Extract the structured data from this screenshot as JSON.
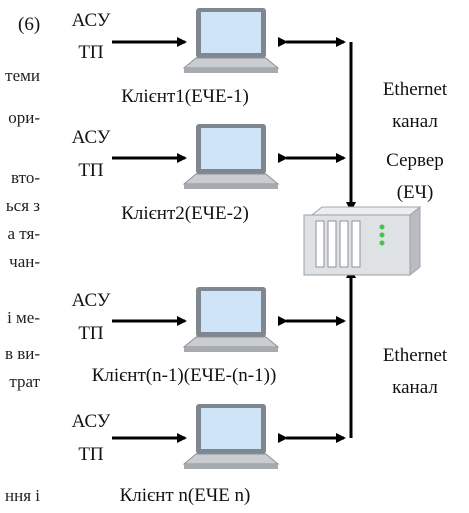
{
  "equation_number": "(6)",
  "left_text_fragments": [
    "теми",
    "ори-",
    "вто-",
    "ься з",
    "а тя-",
    "чан-",
    "і ме-",
    "в ви-",
    "трат",
    "ння і"
  ],
  "clients": [
    {
      "input_label_1": "АСУ",
      "input_label_2": "ТП",
      "name": "Клієнт1(ЕЧЕ-1)"
    },
    {
      "input_label_1": "АСУ",
      "input_label_2": "ТП",
      "name": "Клієнт2(ЕЧЕ-2)"
    },
    {
      "input_label_1": "АСУ",
      "input_label_2": "ТП",
      "name": "Клієнт(n-1)(ЕЧЕ-(n-1))"
    },
    {
      "input_label_1": "АСУ",
      "input_label_2": "ТП",
      "name": "Клієнт n(ЕЧЕ n)"
    }
  ],
  "channel_top": {
    "line1": "Ethernet",
    "line2": "канал"
  },
  "server": {
    "line1": "Сервер",
    "line2": "(ЕЧ)"
  },
  "channel_bottom": {
    "line1": "Ethernet",
    "line2": "канал"
  },
  "colors": {
    "line": "#000000",
    "laptop_screen": "#cfe4f7",
    "laptop_frame": "#9aa0a6",
    "server_body": "#d9dcdf"
  }
}
